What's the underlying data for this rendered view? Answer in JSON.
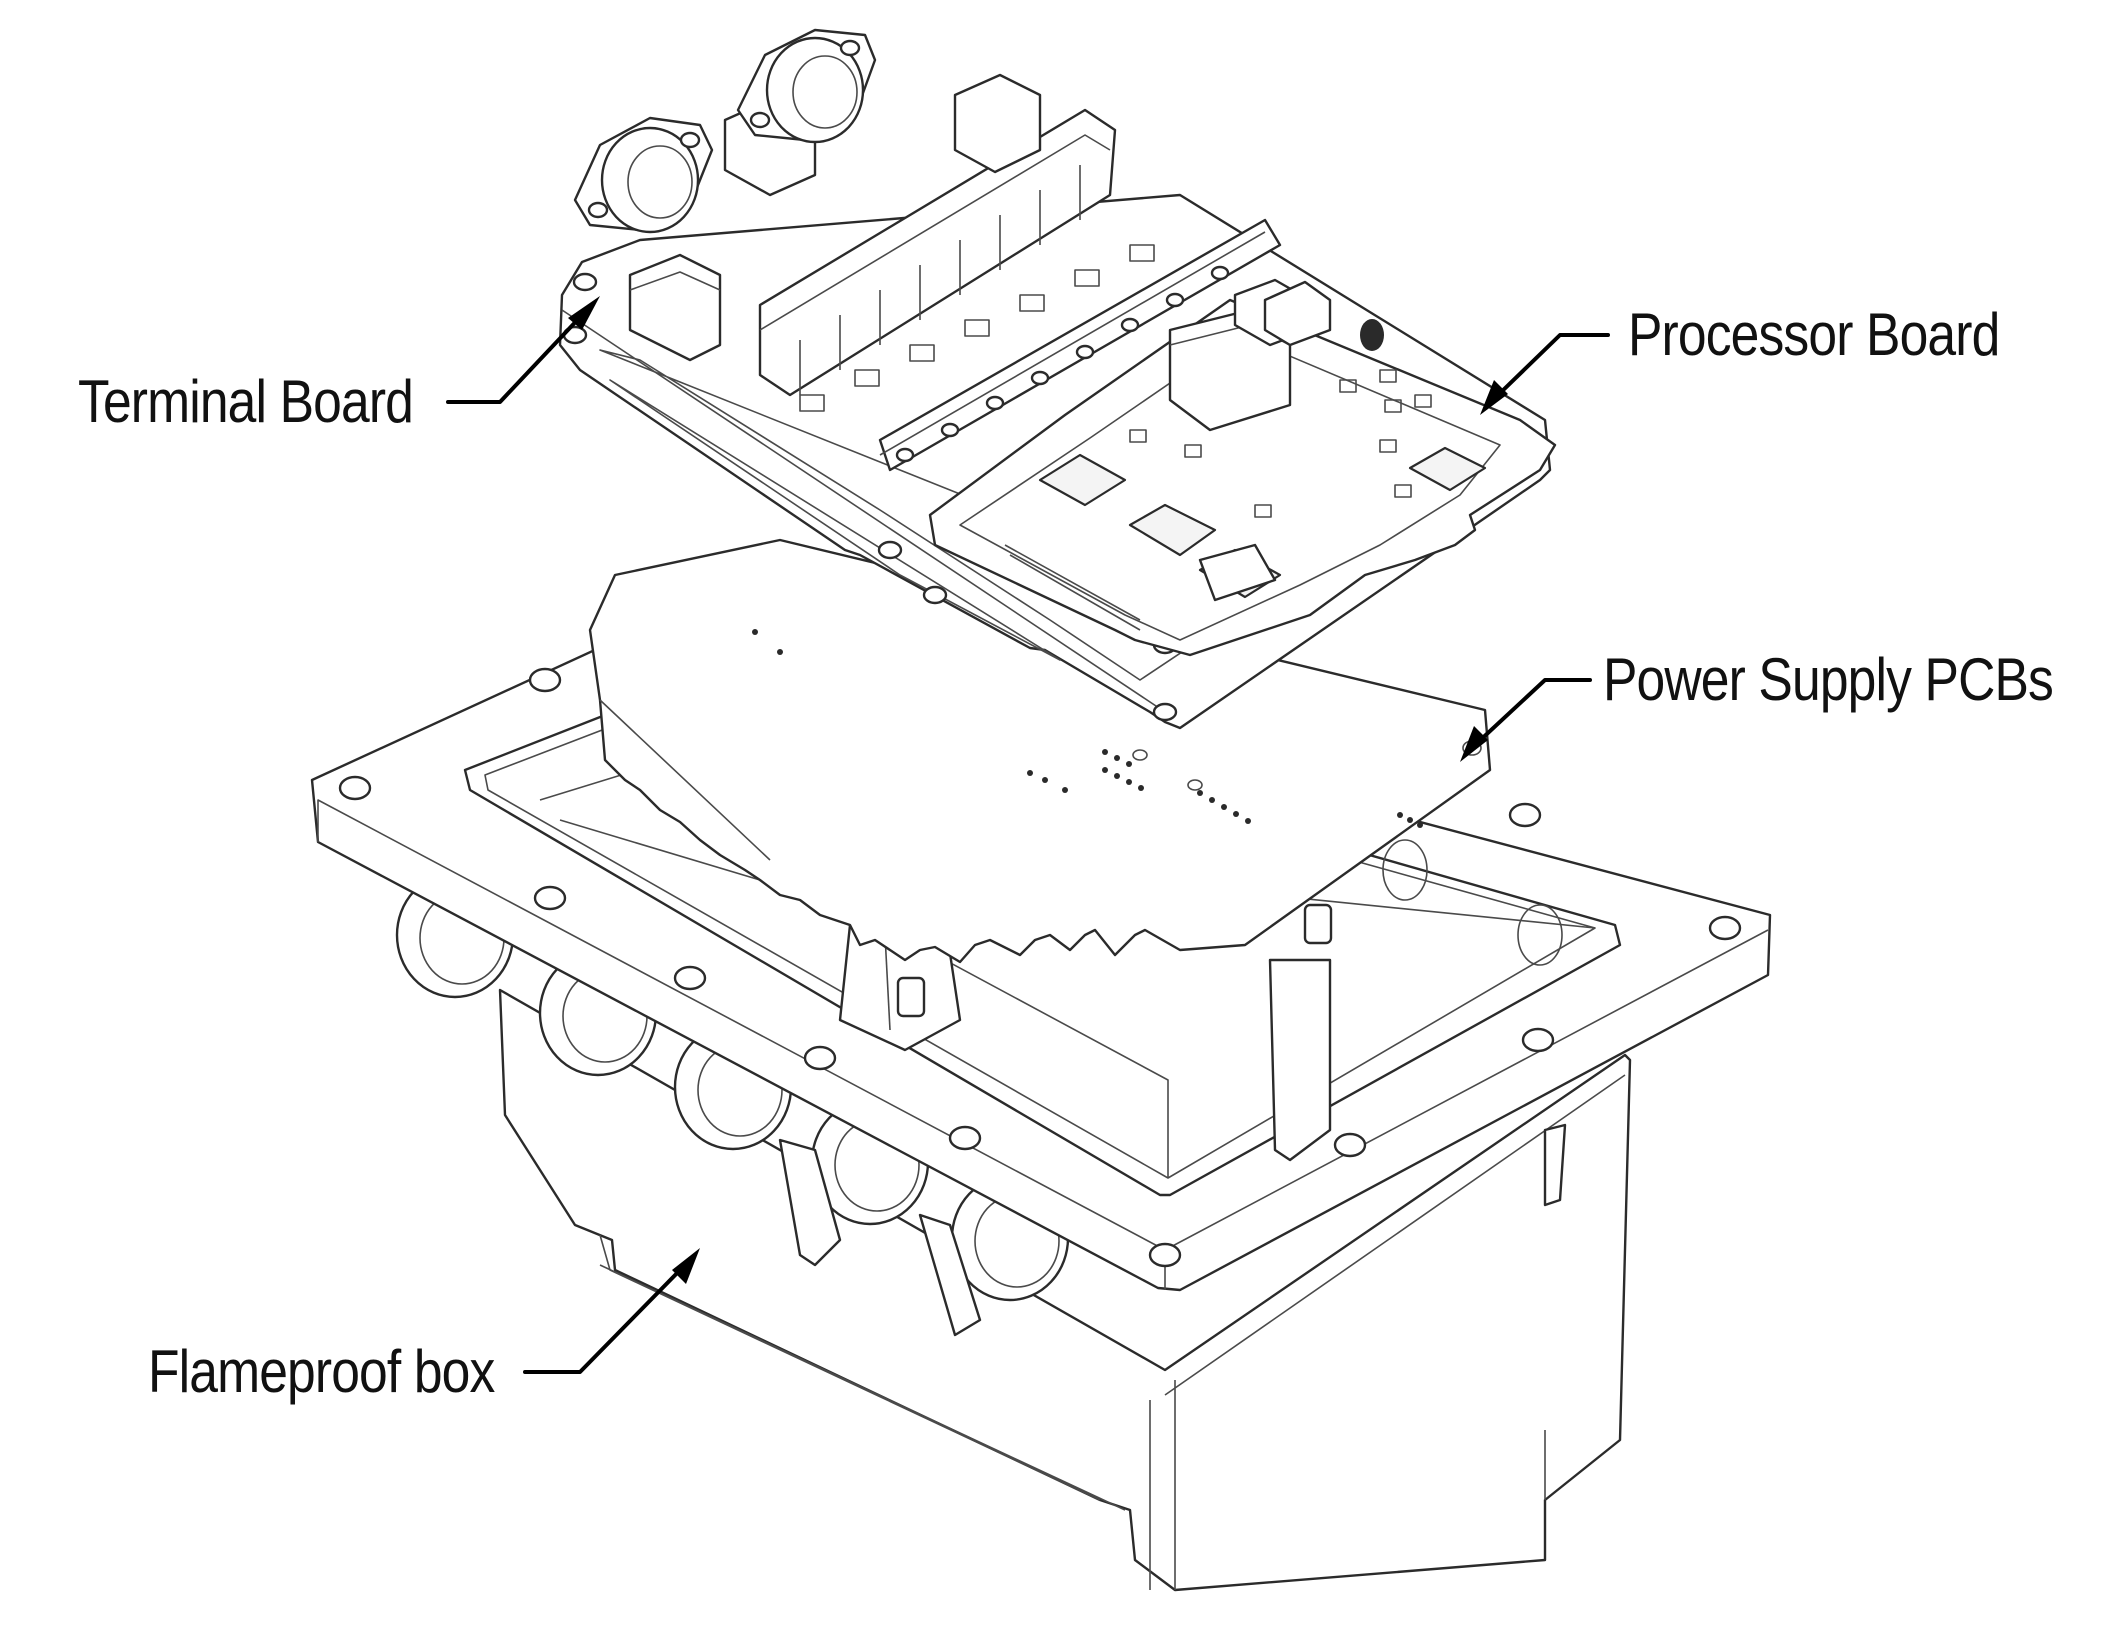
{
  "diagram": {
    "labels": {
      "terminal_board": "Terminal Board",
      "processor_board": "Processor Board",
      "power_supply": "Power Supply PCBs",
      "flameproof_box": "Flameproof box"
    },
    "colors": {
      "line": "#2b2b2b",
      "fill": "#ffffff",
      "label": "#111111"
    }
  }
}
